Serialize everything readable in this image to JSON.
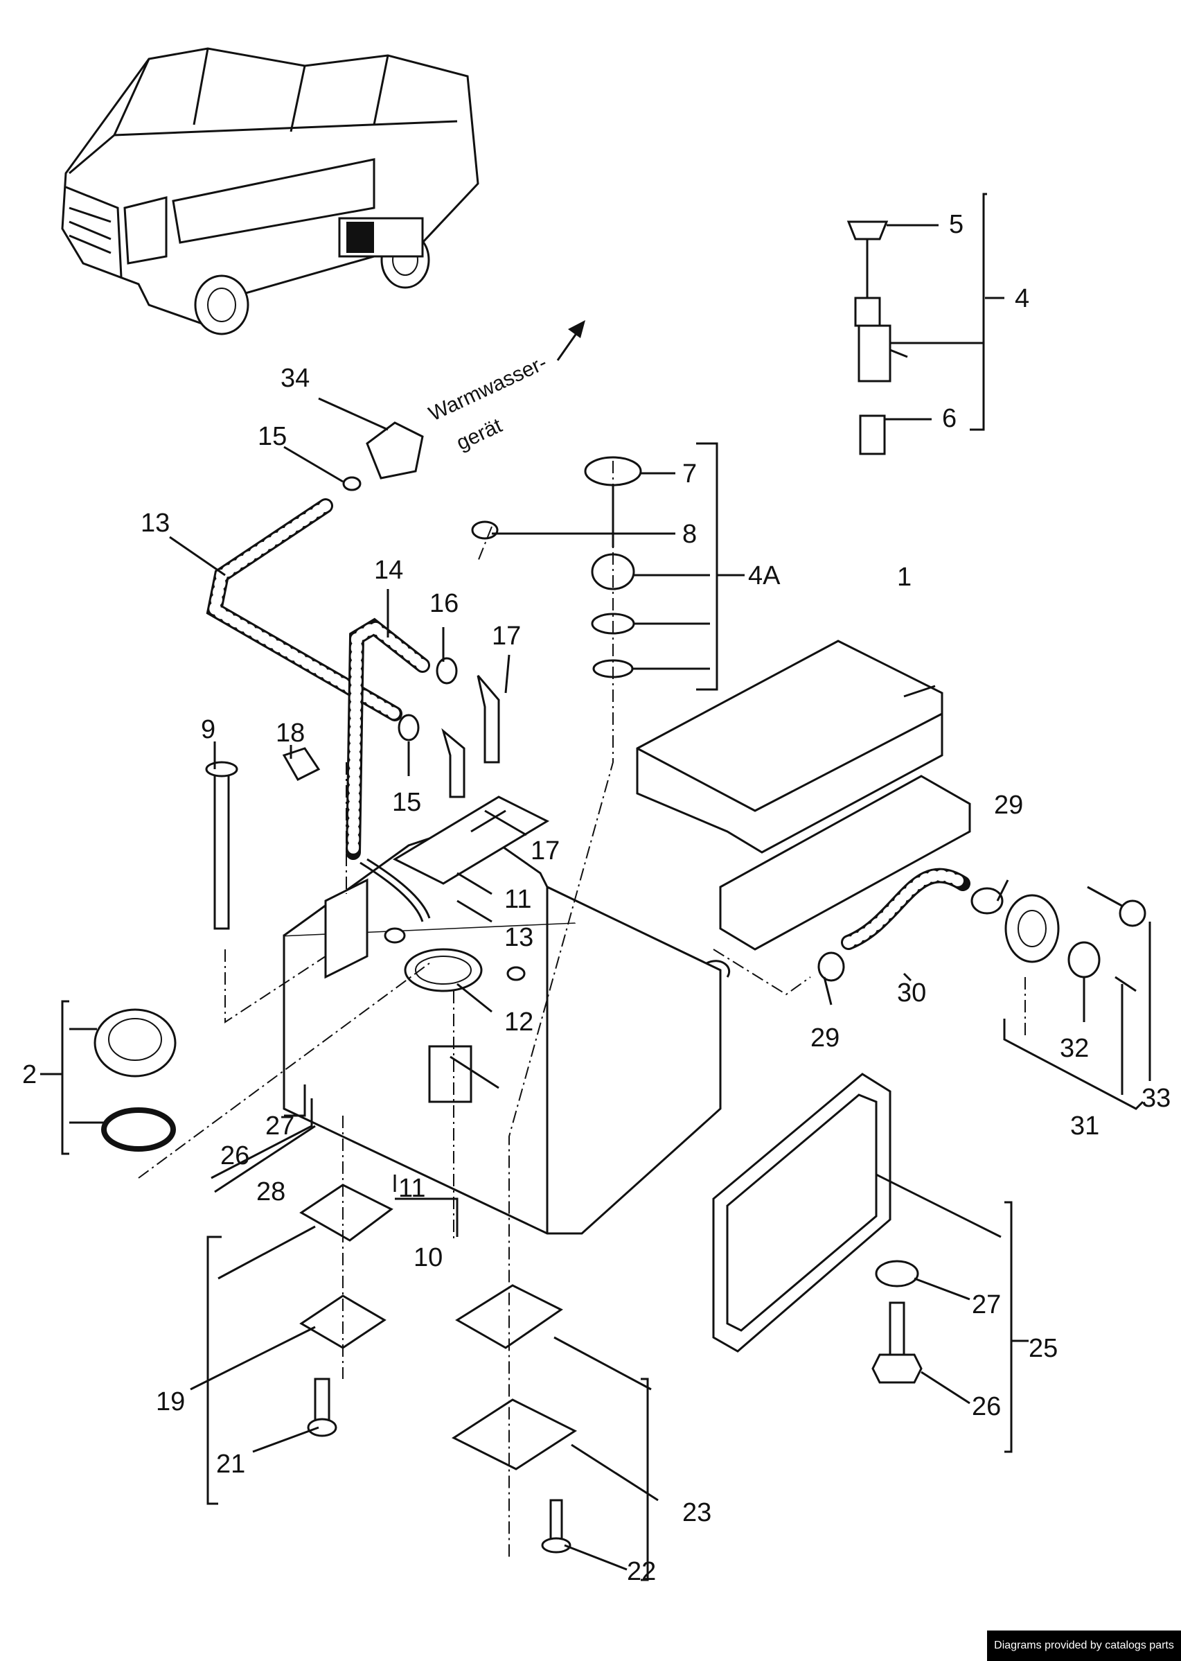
{
  "callouts": {
    "c1": "1",
    "c2": "2",
    "c4": "4",
    "c4a": "4A",
    "c5": "5",
    "c6": "6",
    "c7": "7",
    "c8": "8",
    "c9": "9",
    "c10": "10",
    "c11a": "11",
    "c11b": "11",
    "c12": "12",
    "c13a": "13",
    "c13b": "13",
    "c14": "14",
    "c15a": "15",
    "c15b": "15",
    "c16": "16",
    "c17a": "17",
    "c17b": "17",
    "c18": "18",
    "c19": "19",
    "c21": "21",
    "c22": "22",
    "c23": "23",
    "c25": "25",
    "c26a": "26",
    "c26b": "26",
    "c27a": "27",
    "c27b": "27",
    "c28": "28",
    "c29a": "29",
    "c29b": "29",
    "c30": "30",
    "c31": "31",
    "c32": "32",
    "c33": "33",
    "c34": "34"
  },
  "annotation": {
    "line1": "Warmwasser-",
    "line2": "gerät"
  },
  "footer": {
    "credit": "Diagrams provided by catalogs parts"
  }
}
